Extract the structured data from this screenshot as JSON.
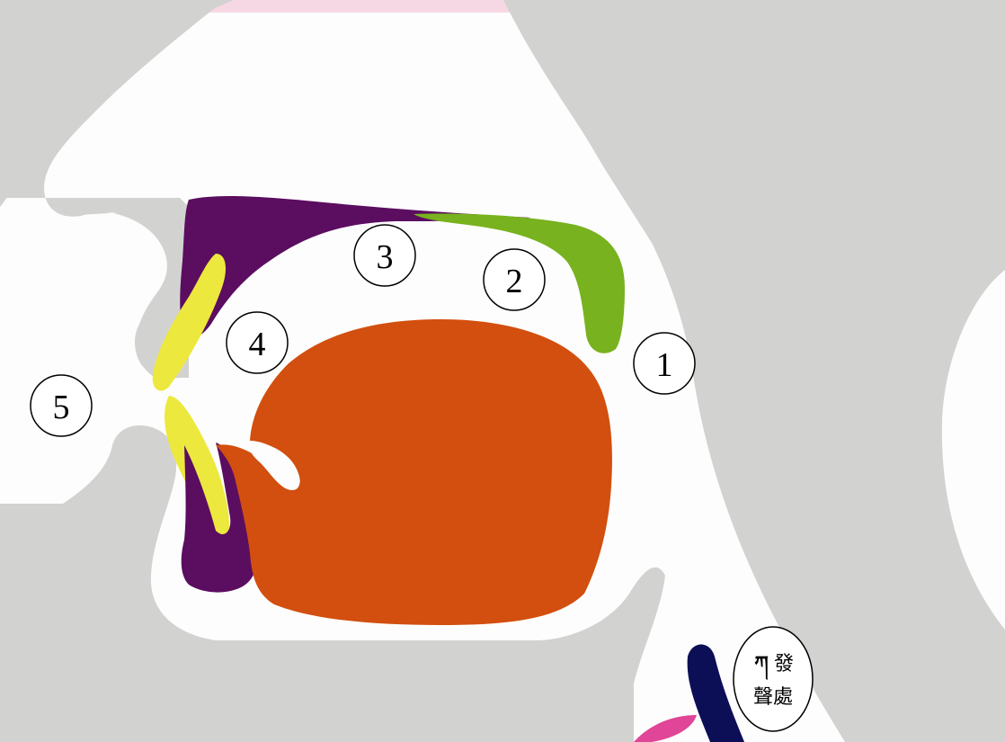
{
  "colors": {
    "background": "#fdfdfd",
    "head_silhouette": "#d2d3d1",
    "upper_articulator": "#5b0d60",
    "soft_palate": "#78b21e",
    "lips": "#ece83d",
    "tongue": "#d24f0f",
    "vocal_fold_dark": "#0c0f56",
    "vocal_fold_pink": "#e04597",
    "top_banner": "#f4c6d8"
  },
  "places": [
    {
      "id": "1",
      "label": "1"
    },
    {
      "id": "2",
      "label": "2"
    },
    {
      "id": "3",
      "label": "3"
    },
    {
      "id": "4",
      "label": "4"
    },
    {
      "id": "5",
      "label": "5"
    }
  ],
  "voice_source": {
    "glyph": "ཀ",
    "line1": "發",
    "line2": "聲處"
  }
}
